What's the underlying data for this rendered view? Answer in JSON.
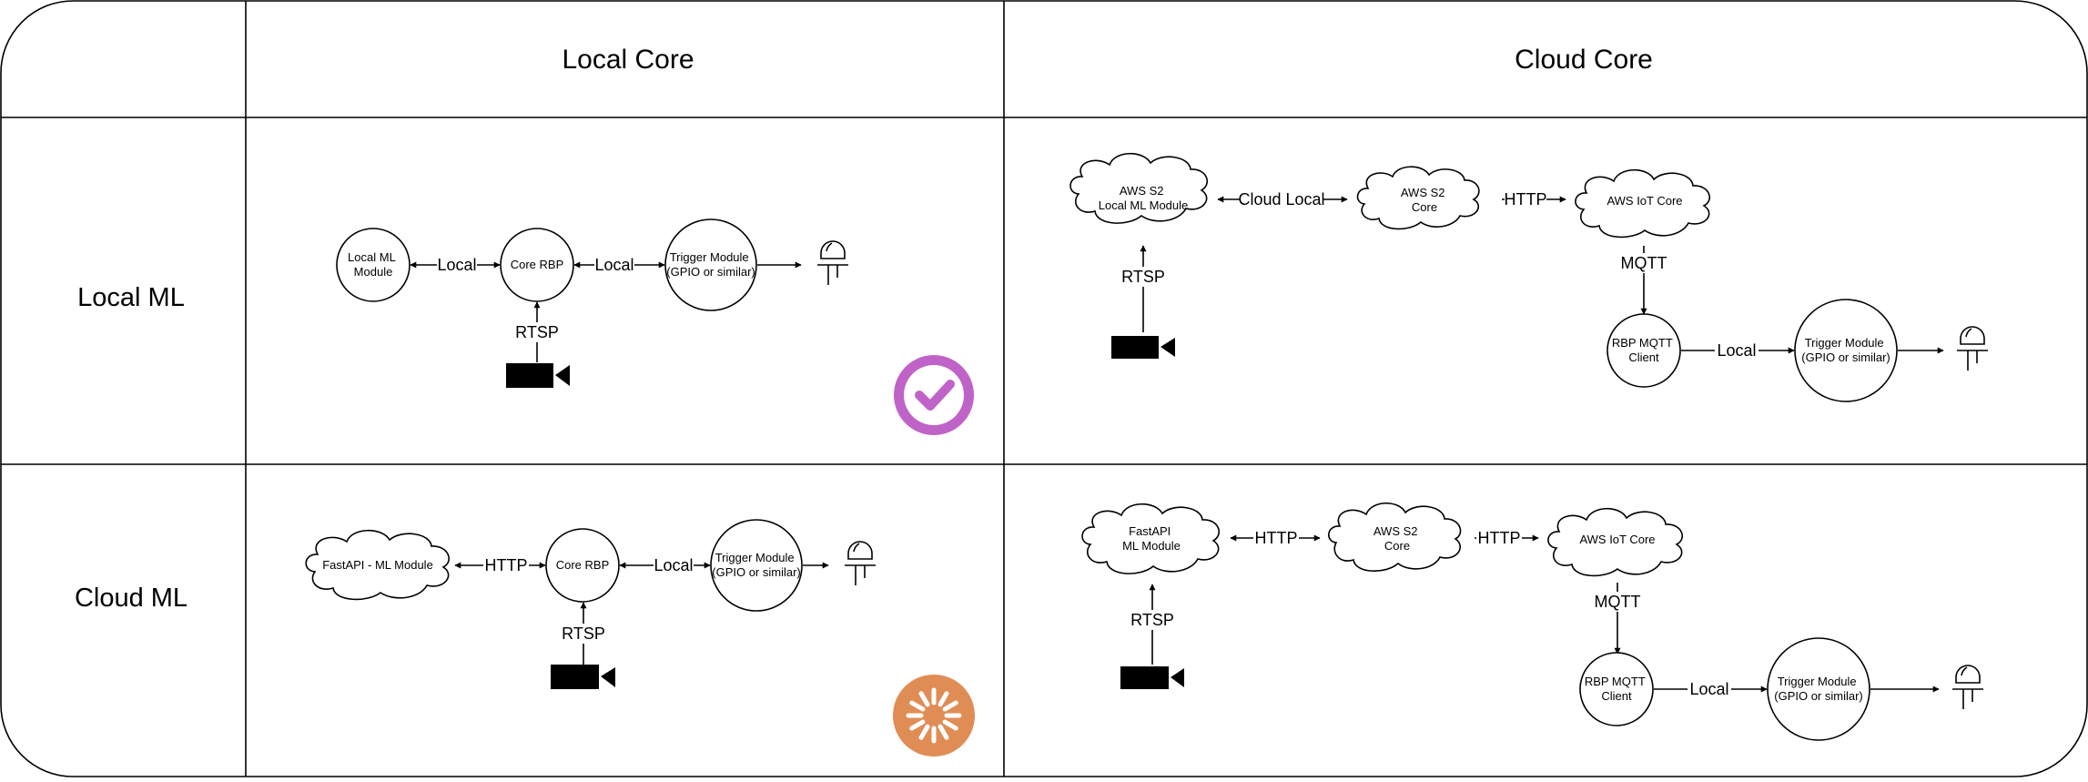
{
  "columns": {
    "local_core": "Local Core",
    "cloud_core": "Cloud Core"
  },
  "rows": {
    "local_ml": "Local ML",
    "cloud_ml": "Cloud ML"
  },
  "q1": {
    "ml_module": [
      "Local ML",
      "Module"
    ],
    "core": "Core RBP",
    "trigger": [
      "Trigger Module",
      "(GPIO or similar)"
    ],
    "edge_ml": "Local",
    "edge_trigger": "Local",
    "edge_camera": "RTSP",
    "status": "completed"
  },
  "q2": {
    "ml_module": [
      "AWS S2",
      "Local ML Module"
    ],
    "s2_core": [
      "AWS S2",
      "Core"
    ],
    "iot_core": "AWS IoT Core",
    "mqtt_client": [
      "RBP MQTT",
      "Client"
    ],
    "trigger": [
      "Trigger Module",
      "(GPIO or similar)"
    ],
    "edge_ml_core": "Cloud Local",
    "edge_core_iot": "HTTP",
    "edge_iot_client": "MQTT",
    "edge_client_trigger": "Local",
    "edge_camera": "RTSP"
  },
  "q3": {
    "ml_module": "FastAPI - ML Module",
    "core": "Core RBP",
    "trigger": [
      "Trigger Module",
      "(GPIO or similar)"
    ],
    "edge_ml": "HTTP",
    "edge_trigger": "Local",
    "edge_camera": "RTSP",
    "status": "in-progress"
  },
  "q4": {
    "ml_module": [
      "FastAPI",
      "ML Module"
    ],
    "s2_core": [
      "AWS S2",
      "Core"
    ],
    "iot_core": "AWS IoT Core",
    "mqtt_client": [
      "RBP MQTT",
      "Client"
    ],
    "trigger": [
      "Trigger Module",
      "(GPIO or similar)"
    ],
    "edge_ml_core": "HTTP",
    "edge_core_iot": "HTTP",
    "edge_iot_client": "MQTT",
    "edge_client_trigger": "Local",
    "edge_camera": "RTSP"
  },
  "colors": {
    "success": "#c063c8",
    "progress": "#e08d55"
  },
  "icons": {
    "camera": "video-camera-icon",
    "led": "led-icon",
    "success": "check-circle-icon",
    "progress": "spinner-icon"
  }
}
